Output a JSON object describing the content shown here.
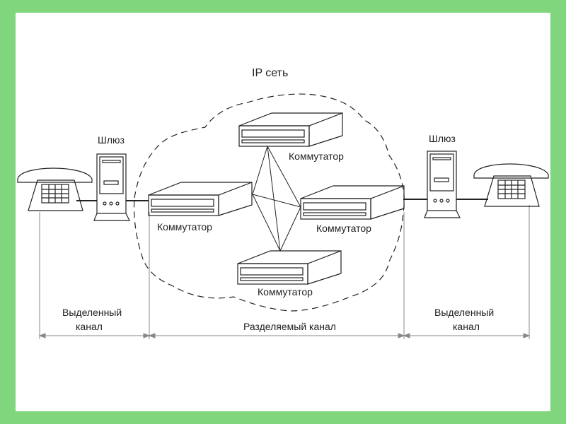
{
  "title": "IP сеть",
  "labels": {
    "gateway_left": "Шлюз",
    "gateway_right": "Шлюз",
    "switch_top": "Коммутатор",
    "switch_left": "Коммутатор",
    "switch_right": "Коммутатор",
    "switch_bottom": "Коммутатор",
    "dedicated_left_1": "Выделенный",
    "dedicated_left_2": "канал",
    "shared": "Разделяемый канал",
    "dedicated_right_1": "Выделенный",
    "dedicated_right_2": "канал"
  },
  "colors": {
    "background": "#7fd67c",
    "canvas": "#ffffff",
    "stroke": "#222222"
  }
}
